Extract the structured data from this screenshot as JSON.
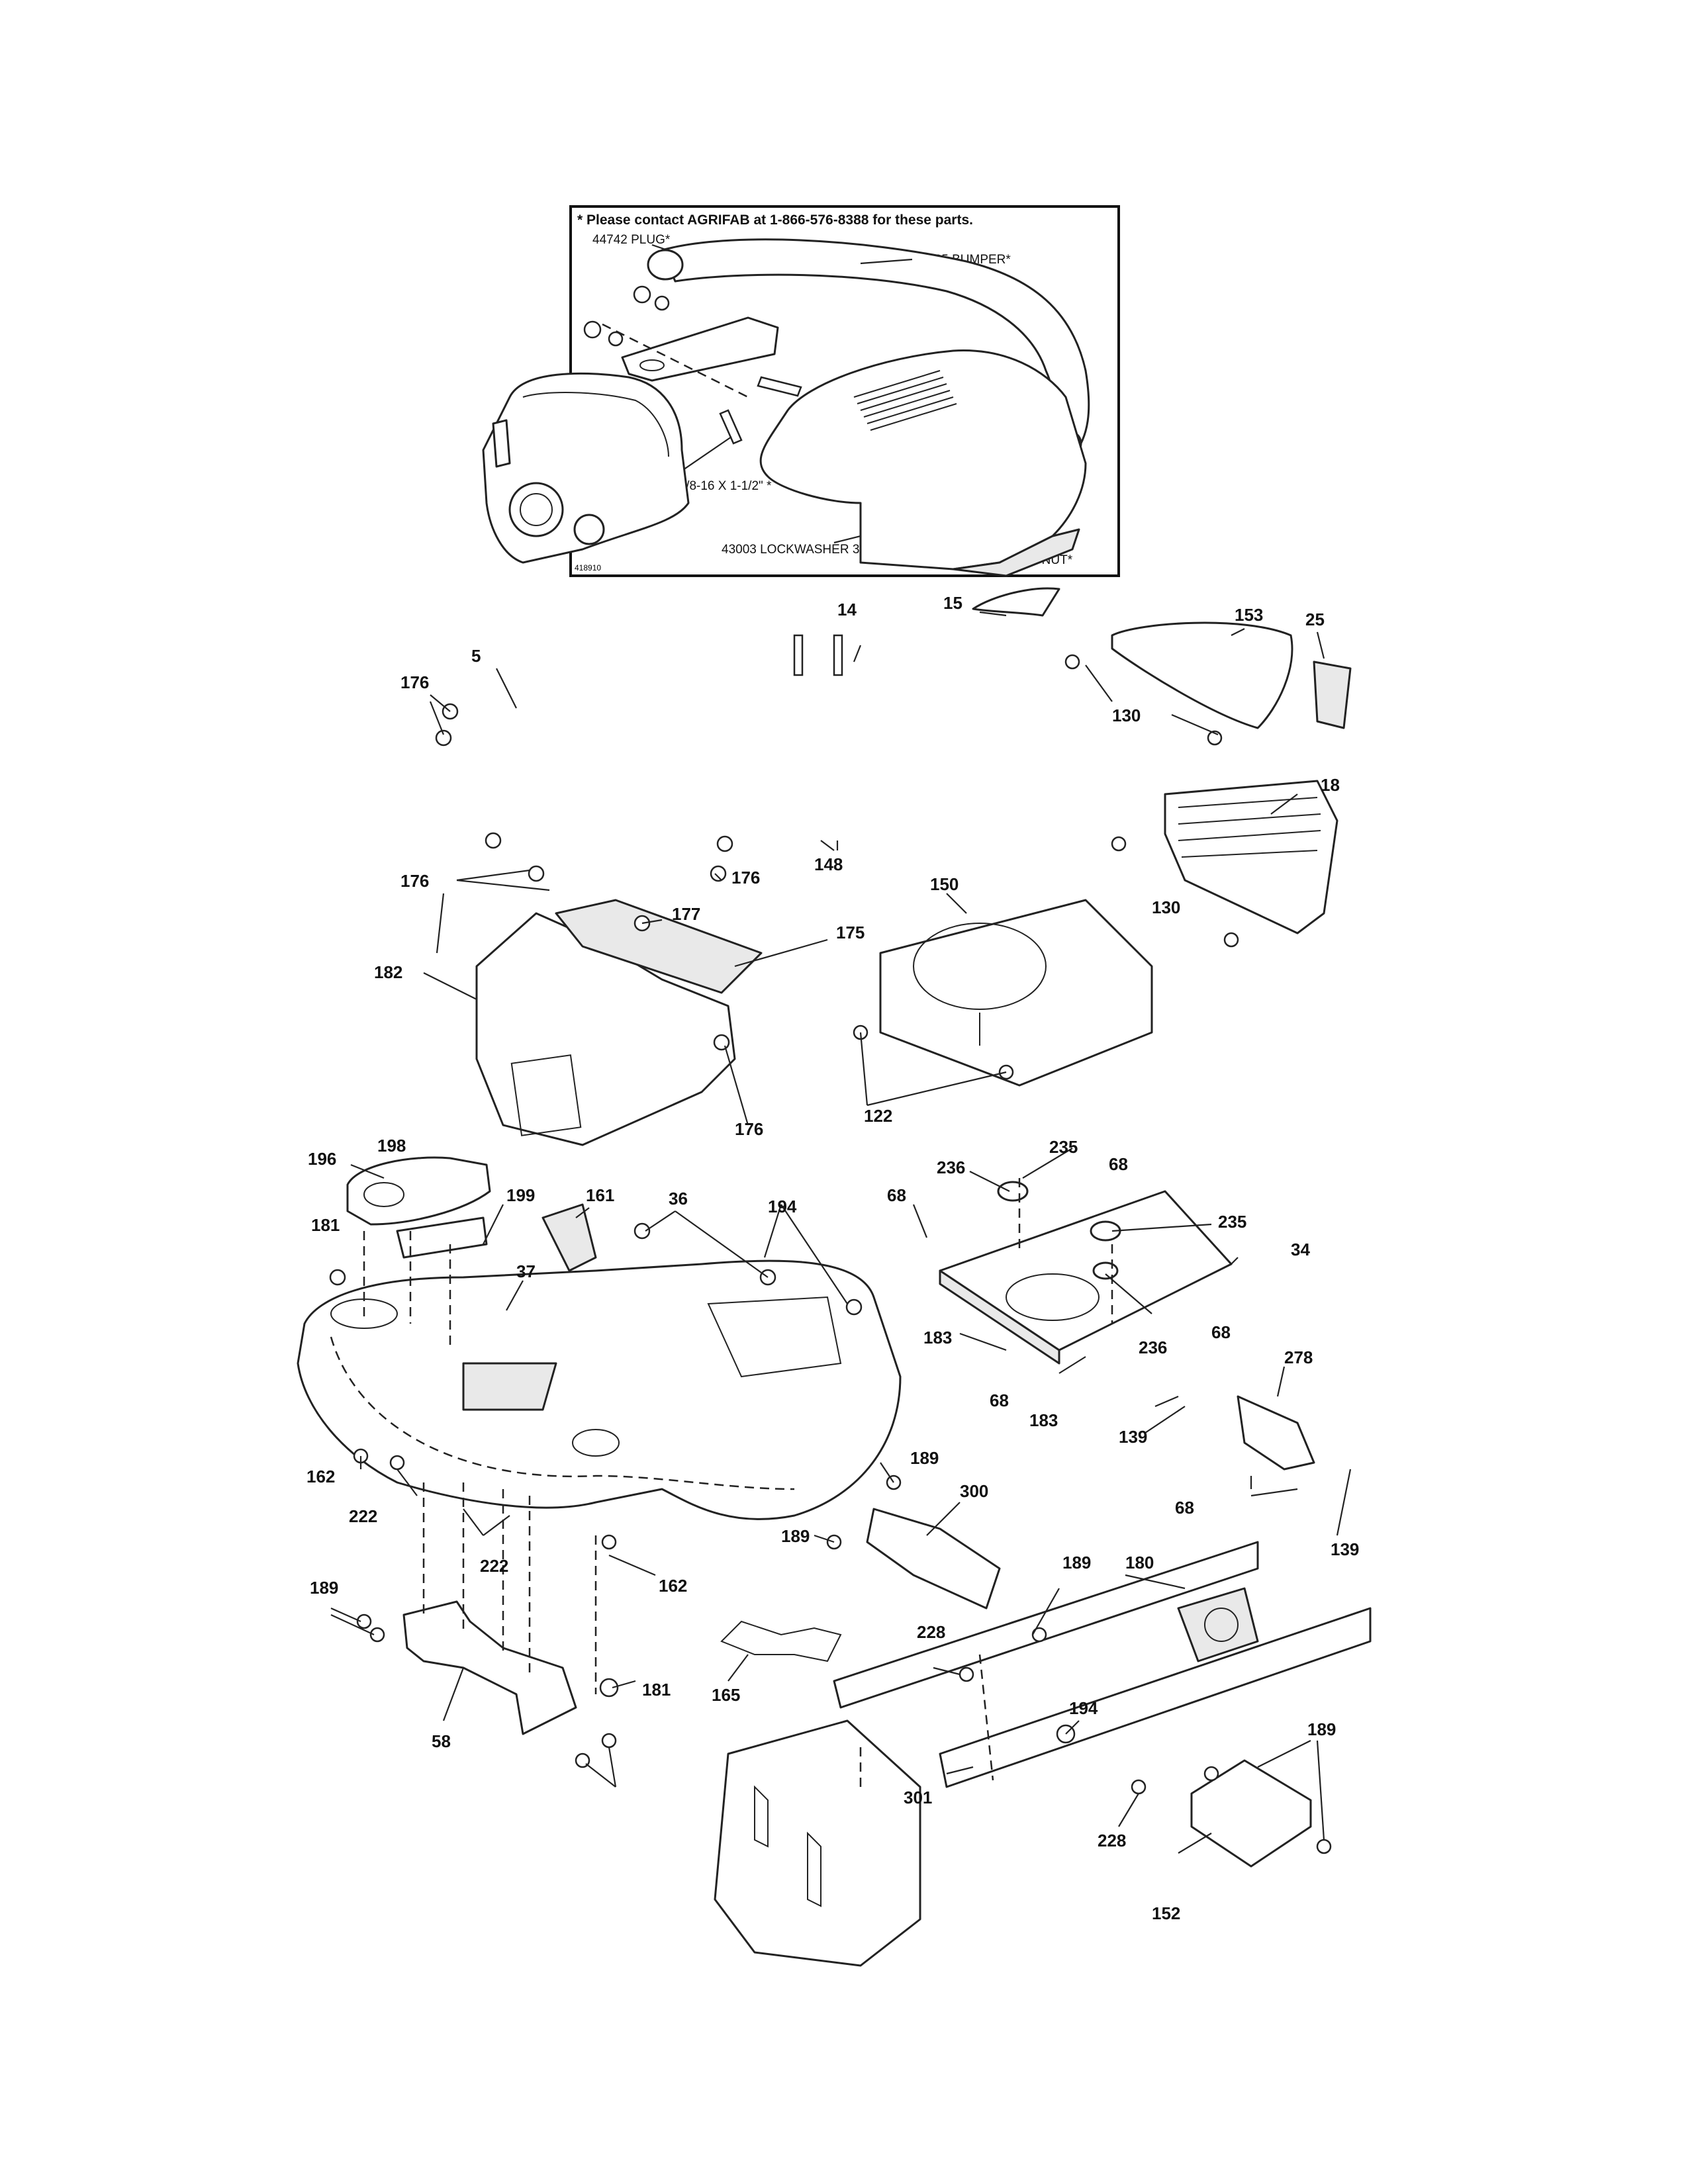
{
  "inset": {
    "header": "* Please contact AGRIFAB at 1-866-576-8388 for these parts.",
    "plug": "44742 PLUG*",
    "bumper": "65935 BUMPER*",
    "hex_bolt": "43062 HEX BOLT 3/8-16 X 1-1/2\" *",
    "lockwasher": "43003 LOCKWASHER 3/8\" *",
    "whizlock_nut": "44072 WHIZLOCK NUT*",
    "figure_number": "418910"
  },
  "callouts": {
    "c5": "5",
    "c14": "14",
    "c15": "15",
    "c153": "153",
    "c25": "25",
    "c176a": "176",
    "c176b": "176",
    "c176c": "176",
    "c176d": "176",
    "c130a": "130",
    "c130b": "130",
    "c18": "18",
    "c148": "148",
    "c177": "177",
    "c175": "175",
    "c150": "150",
    "c182": "182",
    "c122": "122",
    "c198": "198",
    "c196": "196",
    "c199": "199",
    "c161": "161",
    "c36": "36",
    "c194a": "194",
    "c181a": "181",
    "c37": "37",
    "c235a": "235",
    "c235b": "235",
    "c236a": "236",
    "c236b": "236",
    "c68a": "68",
    "c68b": "68",
    "c68c": "68",
    "c68d": "68",
    "c68e": "68",
    "c34": "34",
    "c183a": "183",
    "c183b": "183",
    "c278": "278",
    "c139a": "139",
    "c139b": "139",
    "c162a": "162",
    "c162b": "162",
    "c222a": "222",
    "c222b": "222",
    "c189a": "189",
    "c189b": "189",
    "c189c": "189",
    "c189d": "189",
    "c189e": "189",
    "c300": "300",
    "c180": "180",
    "c228a": "228",
    "c228b": "228",
    "c165": "165",
    "c181b": "181",
    "c58": "58",
    "c194b": "194",
    "c301": "301",
    "c152": "152"
  }
}
